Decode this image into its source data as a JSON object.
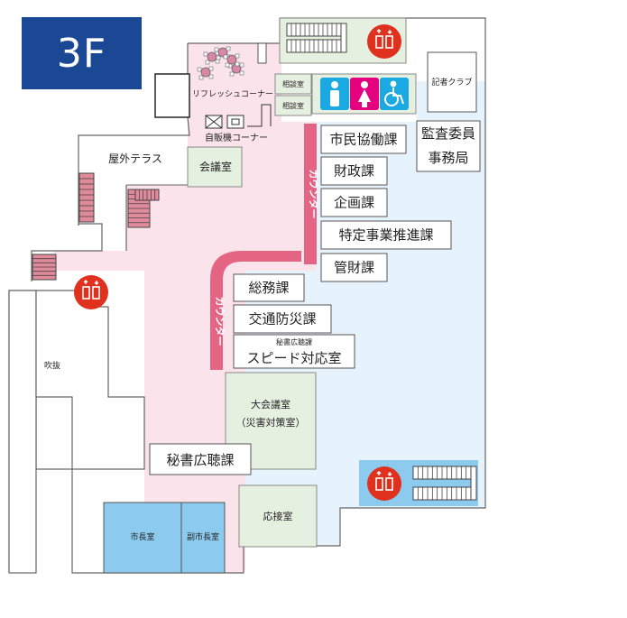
{
  "floor_label": "3F",
  "colors": {
    "pink_zone": "#fbe3ec",
    "blue_zone": "#e6f3fc",
    "green_room": "#e6f0e1",
    "blue_office": "#8ccbee",
    "counter": "#e36583",
    "stairs_red": "#e18a9c",
    "elevator": "#e0301e",
    "restroom_male": "#1ba9e3",
    "restroom_female": "#e4007f",
    "restroom_accessible": "#1ba9e3",
    "badge": "#1a4894"
  },
  "areas": {
    "refresh": "リフレッシュコーナー",
    "vending": "自販機コーナー",
    "terrace": "屋外テラス",
    "meeting": "会議室",
    "consult1": "相談室",
    "consult2": "相談室",
    "press": "記者クラブ",
    "audit1": "監査委員",
    "audit2": "事務局",
    "atrium": "吹抜",
    "hall1": "大会議室",
    "hall2": "（災害対策室）",
    "reception": "応接室",
    "mayor": "市長室",
    "vice_mayor": "副市長室"
  },
  "counters": [
    "カウンター",
    "カウンター"
  ],
  "departments": [
    "市民協働課",
    "財政課",
    "企画課",
    "特定事業推進課",
    "管財課",
    "総務課",
    "交通防災課"
  ],
  "speed": {
    "sub": "秘書広聴課",
    "main": "スピード対応室"
  },
  "secretary": "秘書広聴課",
  "icons": [
    "elevator-icon",
    "restroom-male-icon",
    "restroom-female-icon",
    "accessible-restroom-icon",
    "vending-machine-icon",
    "stairs-icon"
  ]
}
